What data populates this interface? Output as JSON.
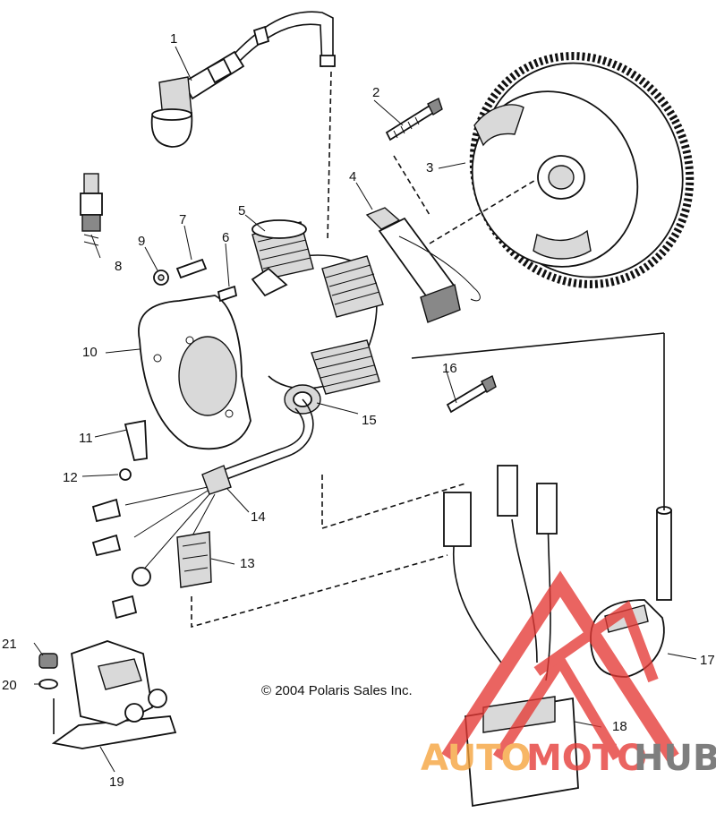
{
  "copyright": "© 2004 Polaris Sales Inc.",
  "watermark": {
    "part1": "AUTO",
    "part2": "MOTO",
    "part3": "HUB",
    "color_orange": "#f6a23a",
    "color_red": "#e53935",
    "color_gray": "#5a5a5a"
  },
  "callouts": [
    "1",
    "2",
    "3",
    "4",
    "5",
    "6",
    "7",
    "8",
    "9",
    "10",
    "11",
    "12",
    "13",
    "14",
    "15",
    "16",
    "17",
    "18",
    "19",
    "20",
    "21"
  ]
}
